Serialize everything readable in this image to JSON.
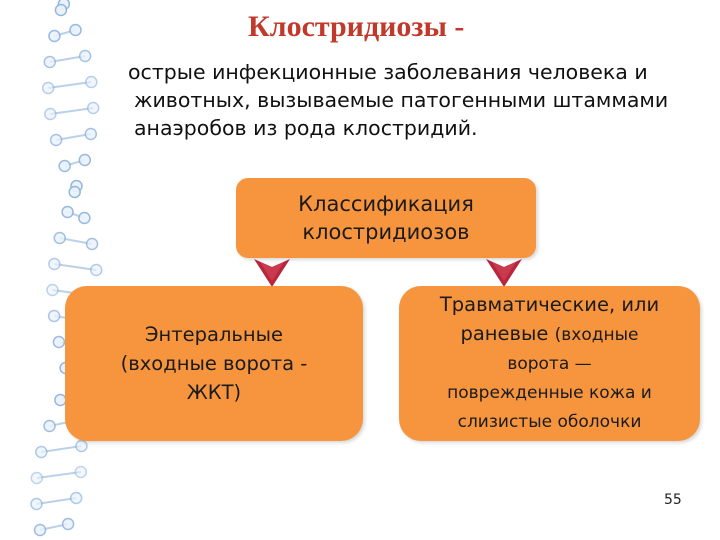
{
  "title": "Клостридиозы -",
  "definition": "острые инфекционные заболевания человека и животных, вызываемые патогенными штаммами анаэробов из рода клостридий.",
  "classification": {
    "root_line1": "Классификация",
    "root_line2": "клостридиозов",
    "left_line1": "Энтеральные",
    "left_line2": "(входные ворота -",
    "left_line3": "ЖКТ)",
    "right_line1": "Травматические, или",
    "right_line2_main": "раневые ",
    "right_line2_small": "(входные",
    "right_line3": "ворота —",
    "right_line4": "поврежденные кожа и",
    "right_line5": "слизистые оболочки"
  },
  "page_number": "55",
  "colors": {
    "title": "#c0392b",
    "box": "#f7953f",
    "arrow": "#b7263b",
    "dna": "#8fb3dc"
  },
  "decoration": "dna-helix"
}
